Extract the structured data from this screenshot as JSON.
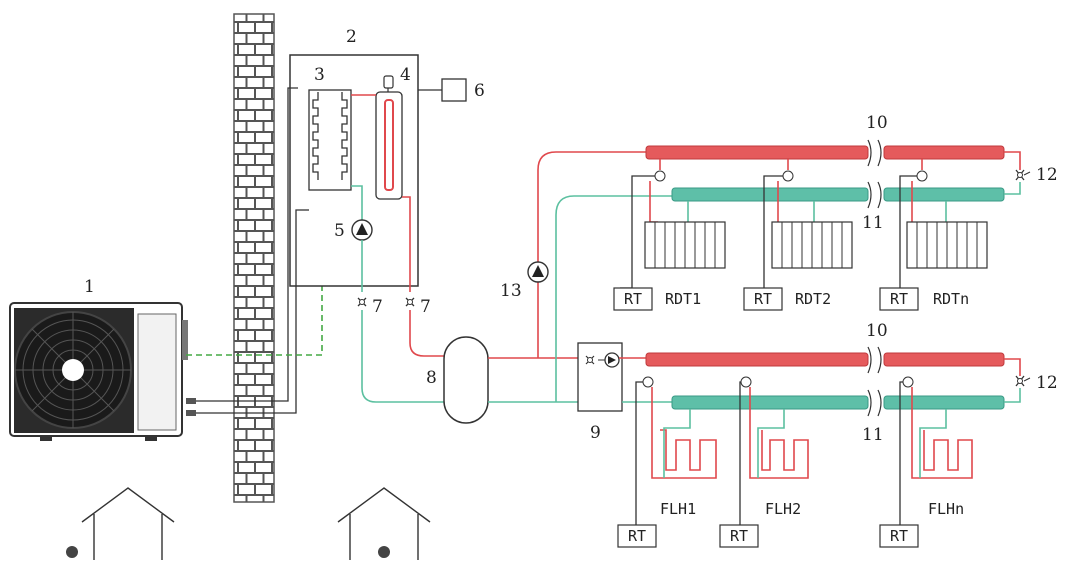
{
  "numbers": {
    "n1": "1",
    "n2": "2",
    "n3": "3",
    "n4": "4",
    "n5": "5",
    "n6": "6",
    "n7a": "7",
    "n7b": "7",
    "n8": "8",
    "n9": "9",
    "n10a": "10",
    "n10b": "10",
    "n11a": "11",
    "n11b": "11",
    "n12a": "12",
    "n12b": "12",
    "n13": "13"
  },
  "radiators": {
    "rdt1": "RDT1",
    "rdt2": "RDT2",
    "rdtn": "RDTn"
  },
  "floor_heating": {
    "flh1": "FLH1",
    "flh2": "FLH2",
    "flhn": "FLHn"
  },
  "thermostat_label": "RT",
  "colors": {
    "hot_pipe": "#e0484c",
    "cold_pipe": "#5cc0a0",
    "wall": "#555555"
  }
}
